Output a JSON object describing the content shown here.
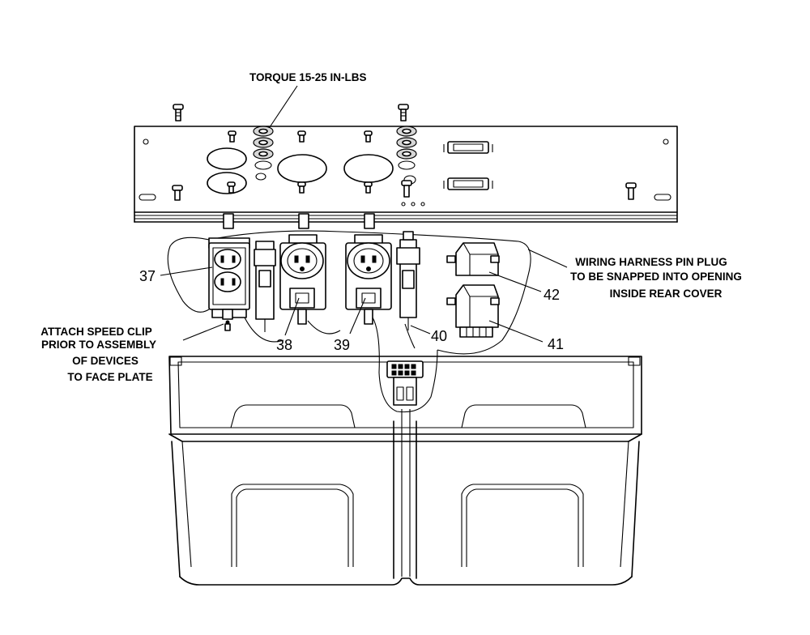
{
  "callouts": {
    "torque": "TORQUE 15-25 IN-LBS",
    "harness_line1": "WIRING HARNESS PIN PLUG",
    "harness_line2": "TO BE SNAPPED INTO OPENING",
    "harness_line3": "INSIDE REAR COVER",
    "clip_line1": "ATTACH SPEED CLIP",
    "clip_line2": "PRIOR TO ASSEMBLY",
    "clip_line3": "OF DEVICES",
    "clip_line4": "TO FACE PLATE"
  },
  "part_numbers": {
    "p37": "37",
    "p38": "38",
    "p39": "39",
    "p40": "40",
    "p41": "41",
    "p42": "42"
  }
}
